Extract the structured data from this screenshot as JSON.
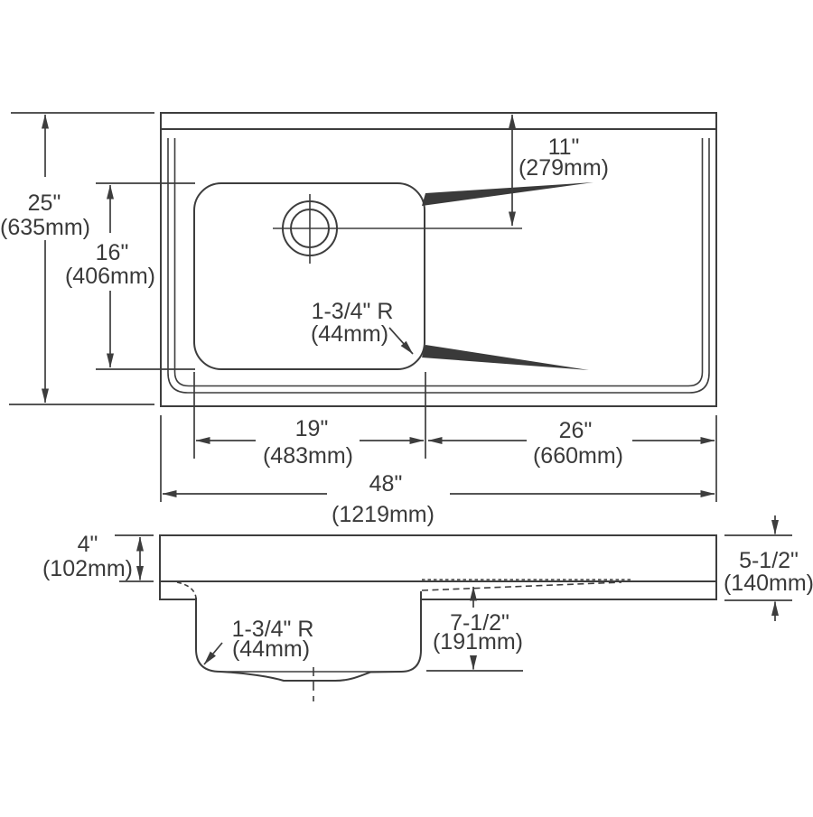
{
  "colors": {
    "line": "#3d3d3d",
    "text": "#3a3a3a",
    "background": "#ffffff"
  },
  "plan_view": {
    "overall_depth": {
      "inches": "25\"",
      "metric": "(635mm)"
    },
    "bowl_front_to_back": {
      "inches": "16\"",
      "metric": "(406mm)"
    },
    "drain_offset": {
      "inches": "11\"",
      "metric": "(279mm)"
    },
    "bowl_width": {
      "inches": "19\"",
      "metric": "(483mm)"
    },
    "drainboard_width": {
      "inches": "26\"",
      "metric": "(660mm)"
    },
    "overall_width": {
      "inches": "48\"",
      "metric": "(1219mm)"
    },
    "corner_radius": {
      "label": "1-3/4\" R",
      "metric": "(44mm)"
    }
  },
  "section_view": {
    "rim_height": {
      "inches": "4\"",
      "metric": "(102mm)"
    },
    "overall_height": {
      "inches": "5-1/2\"",
      "metric": "(140mm)"
    },
    "bowl_depth": {
      "inches": "7-1/2\"",
      "metric": "(191mm)"
    },
    "corner_radius": {
      "label": "1-3/4\" R",
      "metric": "(44mm)"
    }
  }
}
